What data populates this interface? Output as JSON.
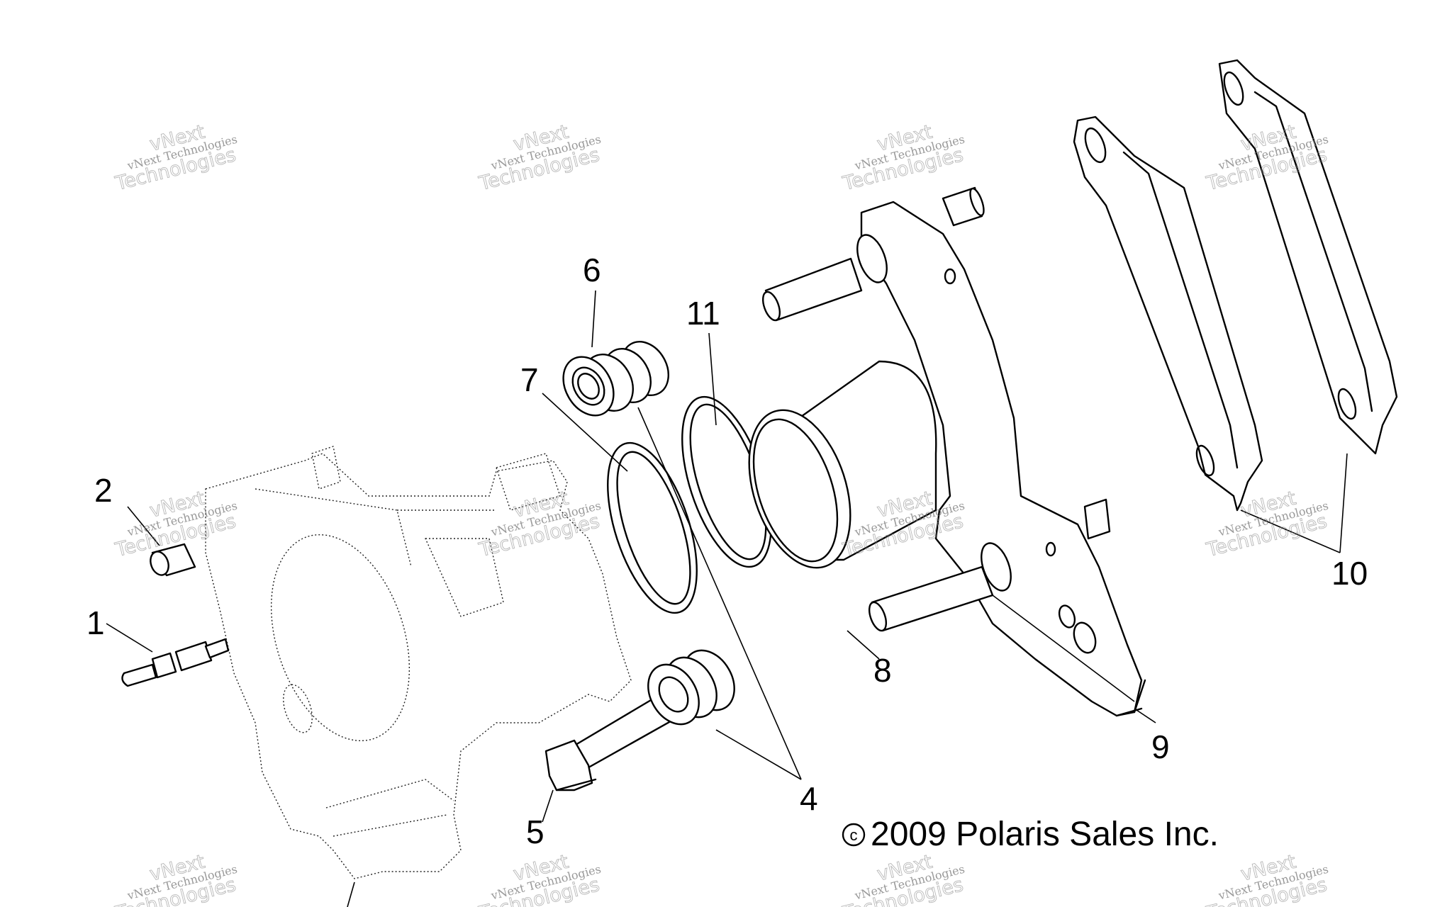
{
  "callouts": {
    "c1": "1",
    "c2": "2",
    "c4": "4",
    "c5": "5",
    "c6": "6",
    "c7": "7",
    "c8": "8",
    "c9": "9",
    "c10": "10",
    "c11": "11"
  },
  "copyright": {
    "symbol": "c",
    "text": "2009 Polaris Sales Inc."
  },
  "watermark": {
    "line1": "vNext Technologies",
    "line2": "vNext",
    "line3": "Technologies"
  }
}
